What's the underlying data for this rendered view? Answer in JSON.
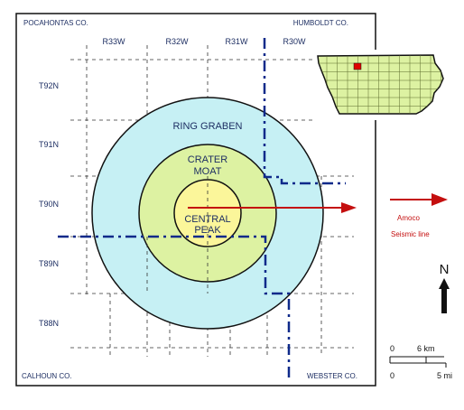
{
  "counties": {
    "nw": "POCAHONTAS CO.",
    "ne": "HUMBOLDT CO.",
    "sw": "CALHOUN CO.",
    "se": "WEBSTER CO."
  },
  "ranges": [
    "R33W",
    "R32W",
    "R31W",
    "R30W"
  ],
  "townships": [
    "T92N",
    "T91N",
    "T90N",
    "T89N",
    "T88N"
  ],
  "features": {
    "ring_graben": "RING GRABEN",
    "crater_moat_line1": "CRATER",
    "crater_moat_line2": "MOAT",
    "central_peak_line1": "CENTRAL",
    "central_peak_line2": "PEAK"
  },
  "legend": {
    "line1": "Amoco",
    "line2": "Seismic line"
  },
  "north": "N",
  "scale": {
    "km_zero": "0",
    "km_label": "6 km",
    "mi_zero": "0",
    "mi_label": "5 mi"
  },
  "colors": {
    "ring_graben": "#c6f0f4",
    "crater_moat": "#ddf2a2",
    "central_peak": "#fbf69a",
    "county_line": "#0f2a8a",
    "seismic": "#c40f0f",
    "iowa_fill": "#ddf2a2",
    "iowa_site": "#e00000"
  }
}
